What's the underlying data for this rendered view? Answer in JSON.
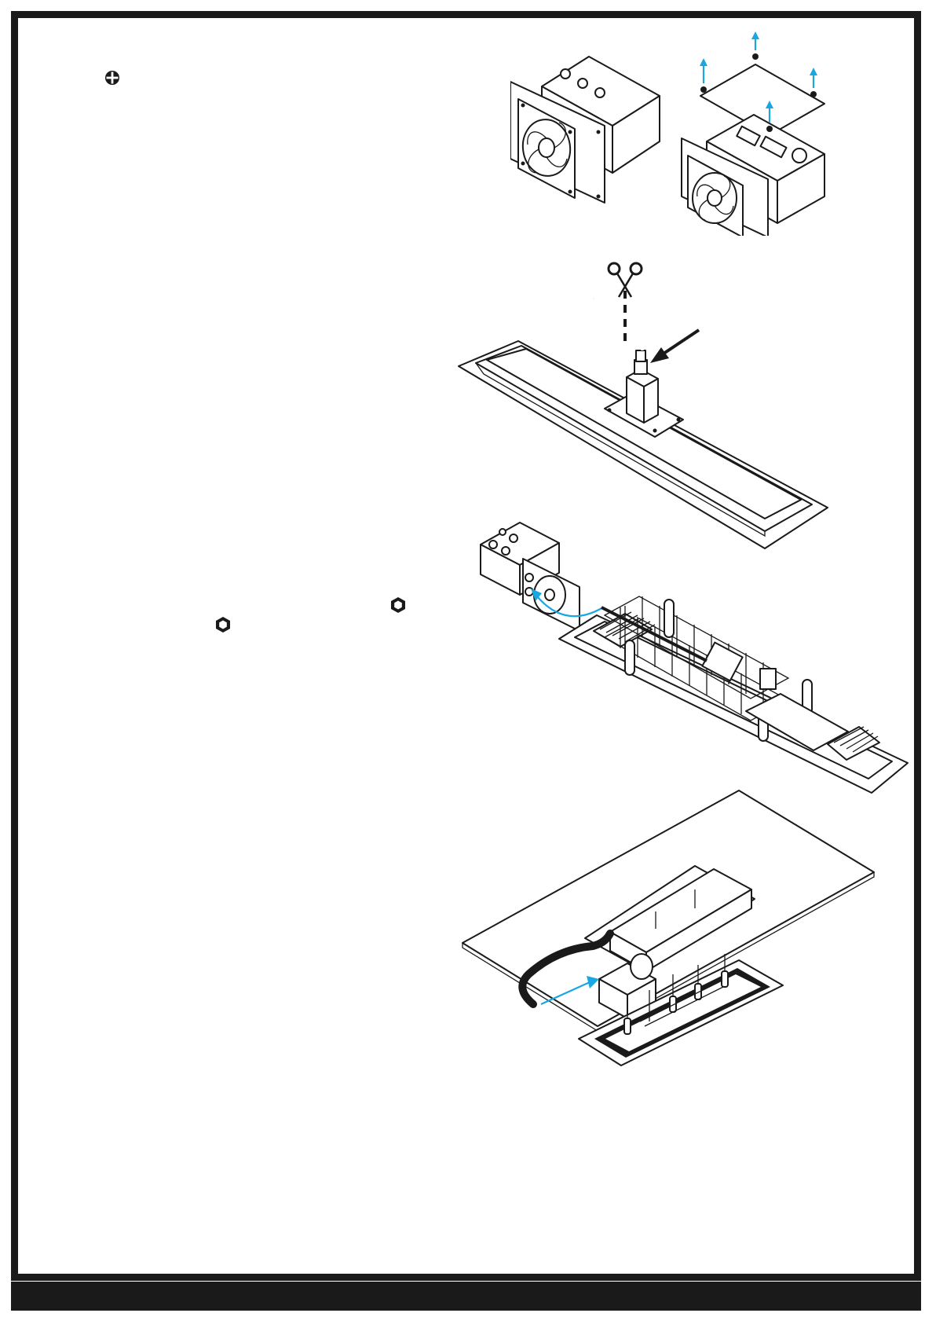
{
  "colors": {
    "frame": "#1a1a1a",
    "accent_arrow": "#1aa6e0",
    "line": "#1a1a1a",
    "background": "#ffffff"
  },
  "icons": {
    "step1_tool": "phillips-screw-icon",
    "step3_tool_a": "hex-nut-icon",
    "step3_tool_b": "hex-nut-icon"
  },
  "illustrations": [
    "transformer-box-with-fan",
    "transformer-box-cover-removed",
    "heater-cable-cut",
    "heater-wiring-cage",
    "ceiling-install"
  ]
}
